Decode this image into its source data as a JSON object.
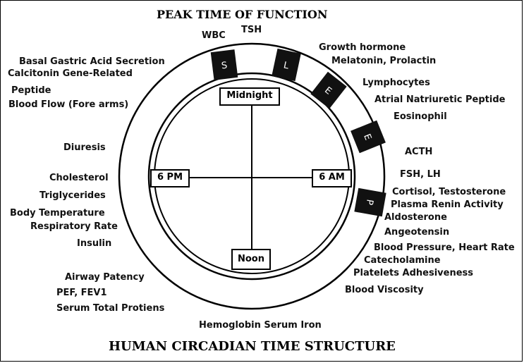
{
  "title": "PEAK TIME OF FUNCTION",
  "footer_title": "HUMAN CIRCADIAN TIME STRUCTURE",
  "times": {
    "midnight": "Midnight",
    "six_am": "6 AM",
    "noon": "Noon",
    "six_pm": "6 PM"
  },
  "sleep_letters": [
    "S",
    "L",
    "E",
    "E",
    "P"
  ],
  "colors": {
    "sleep_block": "#111111",
    "line": "#000000",
    "background": "#ffffff"
  },
  "left_labels": [
    "Basal Gastric Acid Secretion",
    "Calcitonin Gene-Related",
    "Peptide",
    "Blood Flow (Fore arms)",
    "Diuresis",
    "Cholesterol",
    "Triglycerides",
    "Body Temperature",
    "Respiratory Rate",
    "Insulin",
    "Airway Patency",
    "PEF, FEV1",
    "Serum Total Protiens"
  ],
  "top_labels": [
    "WBC",
    "TSH"
  ],
  "right_labels": [
    "Growth hormone",
    "Melatonin, Prolactin",
    "Lymphocytes",
    "Atrial Natriuretic Peptide",
    "Eosinophil",
    "ACTH",
    "FSH, LH",
    "Cortisol, Testosterone",
    "Plasma Renin Activity",
    "Aldosterone",
    "Angeotensin",
    "Blood Pressure, Heart Rate",
    "Catecholamine",
    "Platelets Adhesiveness",
    "Blood Viscosity"
  ],
  "bottom_label": "Hemoglobin Serum Iron"
}
